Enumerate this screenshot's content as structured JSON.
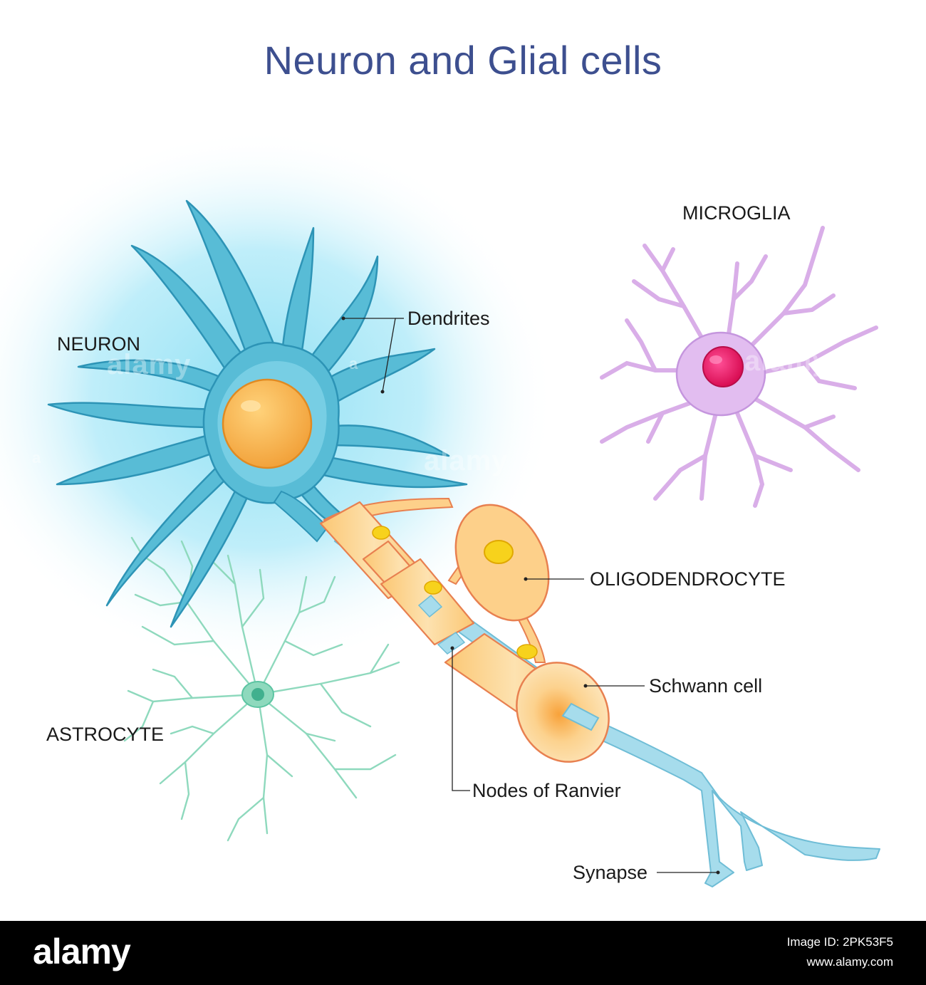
{
  "title": "Neuron and Glial cells",
  "labels": {
    "neuron": "NEURON",
    "dendrites": "Dendrites",
    "microglia": "MICROGLIA",
    "oligodendrocyte": "OLIGODENDROCYTE",
    "schwann_cell": "Schwann cell",
    "astrocyte": "ASTROCYTE",
    "nodes_of_ranvier": "Nodes of Ranvier",
    "synapse": "Synapse"
  },
  "watermark": {
    "text": "alamy",
    "letter": "a"
  },
  "footer": {
    "brand": "alamy",
    "image_id": "Image ID: 2PK53F5",
    "url": "www.alamy.com"
  },
  "colors": {
    "title": "#3d4f8f",
    "neuron_body": "#58bcd6",
    "neuron_outline": "#2d94b6",
    "nucleus": "#f7b64a",
    "myelin": "#fdd08a",
    "myelin_outline": "#e88050",
    "axon": "#a6dcec",
    "microglia": "#d9aee8",
    "microglia_nucleus": "#e8125f",
    "astrocyte": "#8ed9bd",
    "glow": "#9fe3f5"
  },
  "icons": [
    "leader-line",
    "cell-nucleus"
  ]
}
